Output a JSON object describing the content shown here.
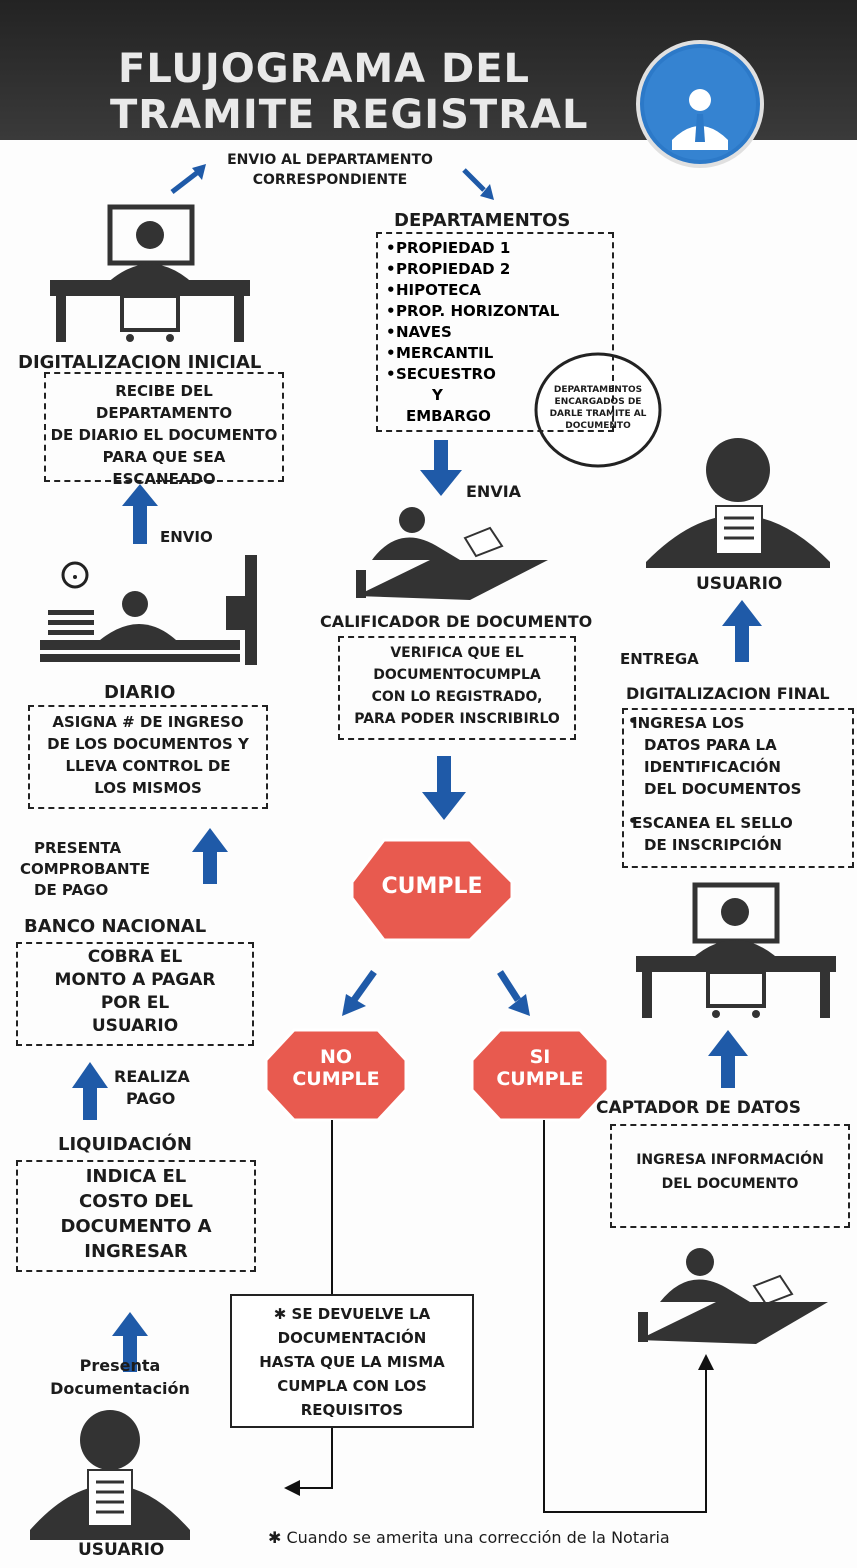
{
  "header": {
    "title_line1": "FLUJOGRAMA DEL",
    "title_line2": "TRAMITE REGISTRAL",
    "badge_text": "???"
  },
  "top_arrow_label": {
    "line1": "ENVIO AL DEPARTAMENTO",
    "line2": "CORRESPONDIENTE"
  },
  "digitalizacion_inicial": {
    "title": "DIGITALIZACION INICIAL",
    "lines": [
      "RECIBE DEL DEPARTAMENTO",
      "DE DIARIO EL DOCUMENTO",
      "PARA QUE SEA",
      "ESCANEADO"
    ]
  },
  "departamentos": {
    "title": "DEPARTAMENTOS",
    "items": [
      "PROPIEDAD 1",
      "PROPIEDAD 2",
      "HIPOTECA",
      "PROP. HORIZONTAL",
      "NAVES",
      "MERCANTIL",
      "SECUESTRO"
    ],
    "last_line1": "Y",
    "last_line2": "EMBARGO",
    "circle_lines": [
      "DEPARTAMENTOS",
      "ENCARGADOS DE",
      "DARLE TRAMITE AL",
      "DOCUMENTO"
    ]
  },
  "labels": {
    "envia": "ENVIA",
    "envio": "ENVIO",
    "entrega": "ENTREGA",
    "realiza": "REALIZA",
    "pago": "PAGO",
    "presenta_lines": [
      "PRESENTA",
      "COMPROBANTE",
      "DE PAGO"
    ],
    "presenta_doc_lines": [
      "Presenta",
      "Documentación"
    ]
  },
  "diario": {
    "title": "DIARIO",
    "lines": [
      "ASIGNA # DE INGRESO",
      "DE LOS DOCUMENTOS Y",
      "LLEVA CONTROL DE",
      "LOS MISMOS"
    ]
  },
  "calificador": {
    "title": "CALIFICADOR DE DOCUMENTO",
    "lines": [
      "VERIFICA QUE EL",
      "DOCUMENTOCUMPLA",
      "CON LO REGISTRADO,",
      "PARA PODER INSCRIBIRLO"
    ]
  },
  "usuario_top": {
    "title": "USUARIO"
  },
  "digitalizacion_final": {
    "title": "DIGITALIZACION FINAL",
    "bullet1": [
      "INGRESA LOS",
      "DATOS PARA LA",
      "IDENTIFICACIÓN",
      "DEL DOCUMENTOS"
    ],
    "bullet2": [
      "ESCANEA EL SELLO",
      "DE INSCRIPCIÓN"
    ]
  },
  "banco": {
    "title": "BANCO NACIONAL",
    "lines": [
      "COBRA EL",
      "MONTO A PAGAR",
      "POR EL",
      "USUARIO"
    ]
  },
  "decision": {
    "cumple": "CUMPLE",
    "no_line1": "NO",
    "no_line2": "CUMPLE",
    "si_line1": "SI",
    "si_line2": "CUMPLE",
    "color": "#e85a4f"
  },
  "captador": {
    "title": "CAPTADOR DE DATOS",
    "lines": [
      "INGRESA INFORMACIÓN",
      "DEL DOCUMENTO"
    ]
  },
  "liquidacion": {
    "title": "LIQUIDACIÓN",
    "lines": [
      "INDICA EL",
      "COSTO DEL",
      "DOCUMENTO A",
      "INGRESAR"
    ]
  },
  "devuelve": {
    "lines": [
      "✱ SE DEVUELVE LA",
      "DOCUMENTACIÓN",
      "HASTA QUE LA MISMA",
      "CUMPLA CON LOS",
      "REQUISITOS"
    ]
  },
  "usuario_bottom": {
    "title": "USUARIO"
  },
  "footnote": "✱ Cuando se amerita una corrección de la Notaria",
  "colors": {
    "arrow": "#1f5aa8",
    "header": "#2e2e2e",
    "badge": "#2c79c8"
  }
}
